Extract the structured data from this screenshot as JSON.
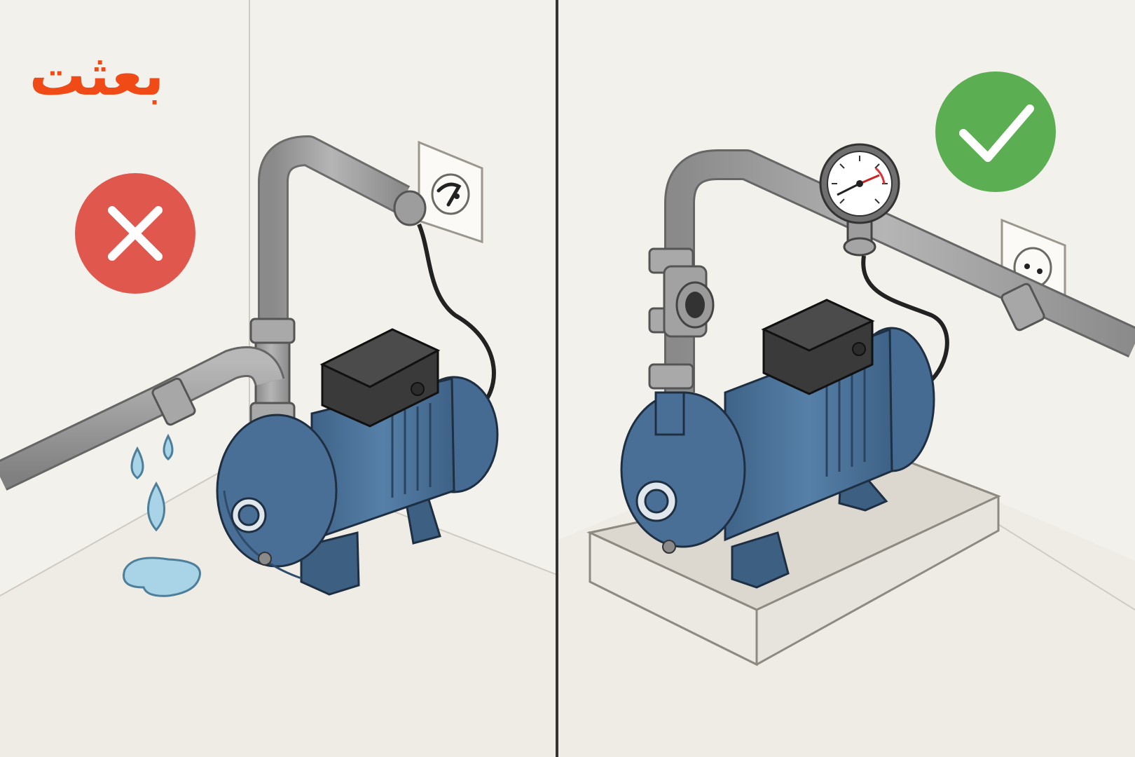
{
  "brand": {
    "logo_text": "بعثت",
    "color": "#f04a16"
  },
  "panels": [
    {
      "id": "incorrect",
      "status_icon": "x-mark-icon",
      "status_color": "#e0574d",
      "shows": [
        "water-leak-drops-icon",
        "water-puddle-icon",
        "pump-on-floor",
        "exposed-cable-to-outlet"
      ]
    },
    {
      "id": "correct",
      "status_icon": "check-mark-icon",
      "status_color": "#5cae52",
      "shows": [
        "pressure-gauge-icon",
        "pump-on-concrete-base",
        "union-valve-fitting"
      ]
    }
  ],
  "colors": {
    "background": "#f3f1ec",
    "pipe": "#9a9a9a",
    "pump_body": "#4b7098",
    "terminal_box": "#3a3a3a",
    "water": "#a9d3e6",
    "divider": "#333333"
  }
}
